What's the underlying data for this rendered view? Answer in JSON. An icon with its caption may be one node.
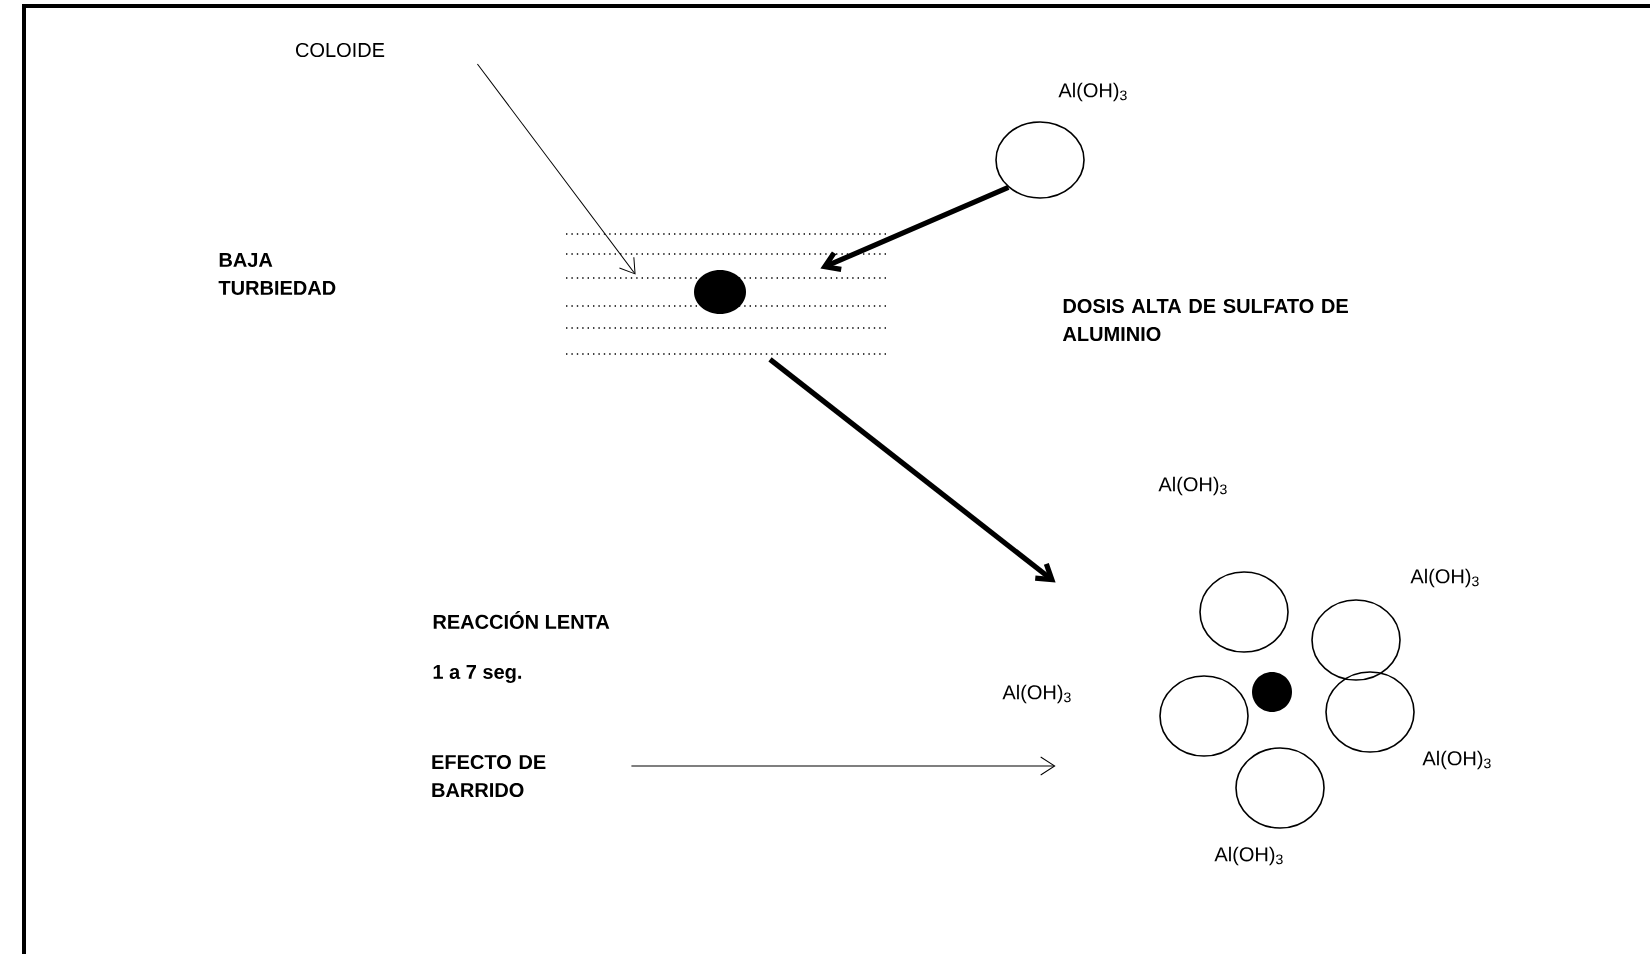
{
  "diagram": {
    "nodes": [
      {
        "text": [
          "COLOIDE"
        ]
      },
      {
        "text": [],
        "shape": "circle",
        "beside": [
          "Al(OH)$_{3}$"
        ]
      },
      {
        "text": [],
        "shape": "box"
      },
      {
        "text": [],
        "shape": "circle",
        "beside": [
          "Al(OH)$_{3}$",
          "Al(OH)$_{3}$",
          "Al(OH)$_{3}$",
          "Al(OH)$_{3}$"
        ]
      },
      {
        "text": [
          "EFECTO DE BARRIDO"
        ]
      }
    ],
    "edges": [
      {
        "from": 0,
        "to": 2,
        "arrow": "to"
      },
      {
        "from": 1,
        "to": 2,
        "arrow": "to",
        "style": "thick"
      },
      {
        "from": 2,
        "to": 3,
        "arrow": "to",
        "style": "thick"
      },
      {
        "from": 4,
        "to": 3,
        "arrow": "to"
      }
    ],
    "labels": [
      "BAJA TURBIEDAD",
      "DOSIS ALTA DE SULFATO DE ALUMINIO",
      "REACCIÓN LENTA",
      "Al(OH)$_{3}$",
      "1 a 7 seg."
    ]
  }
}
